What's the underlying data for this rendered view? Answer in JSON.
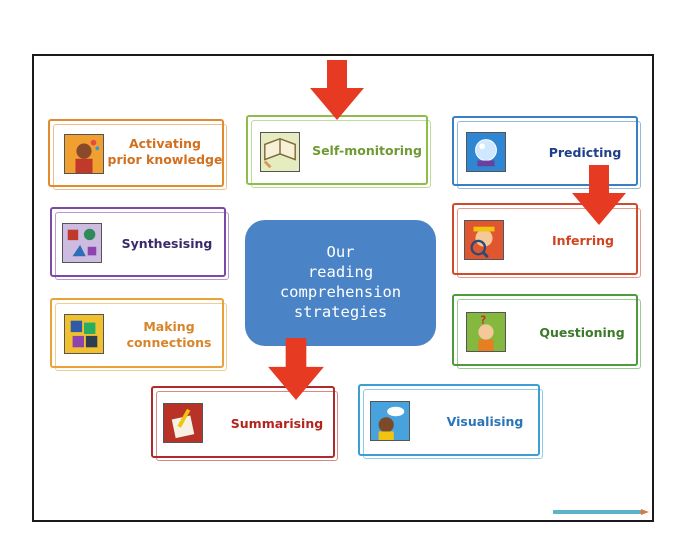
{
  "center": {
    "lines": [
      "Our",
      "reading",
      "comprehension",
      "strategies"
    ]
  },
  "cards": {
    "activating": {
      "lines": [
        "Activating",
        "prior knowledge"
      ],
      "color": "#e38b2c",
      "text_color": "#d2701f"
    },
    "self_monitoring": {
      "lines": [
        "Self-monitoring"
      ],
      "color": "#8dbd4a",
      "text_color": "#6e9a33"
    },
    "predicting": {
      "lines": [
        "Predicting"
      ],
      "color": "#3a7fc1",
      "text_color": "#1f3f8a"
    },
    "synthesising": {
      "lines": [
        "Synthesising"
      ],
      "color": "#7b4aa6",
      "text_color": "#3b2a6a"
    },
    "inferring": {
      "lines": [
        "Inferring"
      ],
      "color": "#d24a2e",
      "text_color": "#d0451f"
    },
    "making_connections": {
      "lines": [
        "Making",
        "connections"
      ],
      "color": "#e9a23a",
      "text_color": "#d8852a"
    },
    "questioning": {
      "lines": [
        "Questioning"
      ],
      "color": "#4f9a3c",
      "text_color": "#3a7a2a"
    },
    "summarising": {
      "lines": [
        "Summarising"
      ],
      "color": "#b02a2a",
      "text_color": "#b3241c"
    },
    "visualising": {
      "lines": [
        "Visualising"
      ],
      "color": "#3d9ed4",
      "text_color": "#2a74b8"
    }
  },
  "arrow_color": "#e63b22",
  "icons": {
    "activating": "thinking-child-icon",
    "self_monitoring": "open-book-icon",
    "predicting": "crystal-ball-icon",
    "synthesising": "shapes-icon",
    "inferring": "detective-magnifier-icon",
    "making_connections": "puzzle-pieces-icon",
    "questioning": "question-child-icon",
    "summarising": "pencil-notes-icon",
    "visualising": "imagining-child-icon"
  }
}
